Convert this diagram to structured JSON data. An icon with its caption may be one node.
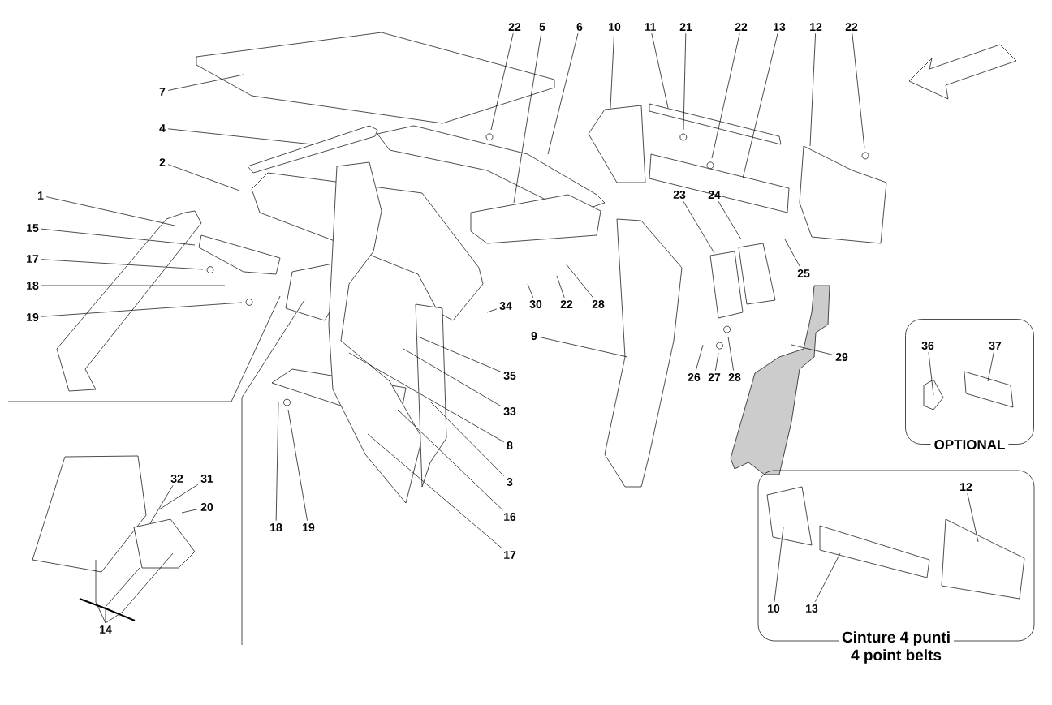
{
  "diagram": {
    "nodes": [
      {
        "text": [
          "7"
        ]
      },
      {
        "text": [
          "4"
        ]
      },
      {
        "text": [
          "2"
        ]
      },
      {
        "text": [
          "1"
        ]
      },
      {
        "text": [
          "15"
        ]
      },
      {
        "text": [
          "17"
        ]
      },
      {
        "text": [
          "18"
        ]
      },
      {
        "text": [
          "19"
        ]
      },
      {
        "text": [
          "22"
        ]
      },
      {
        "text": [
          "5"
        ]
      },
      {
        "text": [
          "6"
        ]
      },
      {
        "text": [
          "10"
        ]
      },
      {
        "text": [
          "11"
        ]
      },
      {
        "text": [
          "21"
        ]
      },
      {
        "text": [
          "22"
        ]
      },
      {
        "text": [
          "13"
        ]
      },
      {
        "text": [
          "12"
        ]
      },
      {
        "text": [
          "22"
        ]
      },
      {
        "text": [
          "23"
        ]
      },
      {
        "text": [
          "24"
        ]
      },
      {
        "text": [
          "25"
        ]
      },
      {
        "text": [
          "30"
        ]
      },
      {
        "text": [
          "22"
        ]
      },
      {
        "text": [
          "28"
        ]
      },
      {
        "text": [
          "9"
        ]
      },
      {
        "text": [
          "26"
        ]
      },
      {
        "text": [
          "27"
        ]
      },
      {
        "text": [
          "28"
        ]
      },
      {
        "text": [
          "29"
        ]
      },
      {
        "text": [
          "34"
        ]
      },
      {
        "text": [
          "35"
        ]
      },
      {
        "text": [
          "33"
        ]
      },
      {
        "text": [
          "8"
        ]
      },
      {
        "text": [
          "3"
        ]
      },
      {
        "text": [
          "16"
        ]
      },
      {
        "text": [
          "17"
        ]
      },
      {
        "text": [
          "18"
        ]
      },
      {
        "text": [
          "19"
        ]
      },
      {
        "text": [
          "14"
        ]
      },
      {
        "text": [
          "32"
        ]
      },
      {
        "text": [
          "31"
        ]
      },
      {
        "text": [
          "20"
        ]
      },
      {
        "text": [
          "OPTIONAL"
        ]
      },
      {
        "text": [
          "36"
        ],
        "in": 42
      },
      {
        "text": [
          "37"
        ],
        "in": 42
      },
      {
        "text": [
          "Cinture 4 punti",
          "4 point belts"
        ]
      },
      {
        "text": [
          "10"
        ],
        "in": 45
      },
      {
        "text": [
          "13"
        ],
        "in": 45
      },
      {
        "text": [
          "12"
        ],
        "in": 45
      }
    ],
    "edges": [
      {
        "from": 0,
        "to": null,
        "arrow": "none"
      },
      {
        "from": 1,
        "to": null,
        "arrow": "none"
      },
      {
        "from": 2,
        "to": null,
        "arrow": "none"
      },
      {
        "from": 3,
        "to": null,
        "arrow": "none"
      },
      {
        "from": 4,
        "to": null,
        "arrow": "none"
      },
      {
        "from": 5,
        "to": null,
        "arrow": "none"
      },
      {
        "from": 6,
        "to": null,
        "arrow": "none"
      },
      {
        "from": 7,
        "to": null,
        "arrow": "none"
      },
      {
        "from": 8,
        "to": null,
        "arrow": "none"
      },
      {
        "from": 9,
        "to": null,
        "arrow": "none"
      },
      {
        "from": 10,
        "to": null,
        "arrow": "none"
      },
      {
        "from": 11,
        "to": null,
        "arrow": "none"
      },
      {
        "from": 12,
        "to": null,
        "arrow": "none"
      },
      {
        "from": 13,
        "to": null,
        "arrow": "none"
      },
      {
        "from": 14,
        "to": null,
        "arrow": "none"
      },
      {
        "from": 15,
        "to": null,
        "arrow": "none"
      },
      {
        "from": 16,
        "to": null,
        "arrow": "none"
      },
      {
        "from": 17,
        "to": null,
        "arrow": "none"
      },
      {
        "from": 18,
        "to": null,
        "arrow": "none"
      },
      {
        "from": 19,
        "to": null,
        "arrow": "none"
      },
      {
        "from": 20,
        "to": null,
        "arrow": "none"
      },
      {
        "from": 21,
        "to": null,
        "arrow": "none"
      },
      {
        "from": 22,
        "to": null,
        "arrow": "none"
      },
      {
        "from": 23,
        "to": null,
        "arrow": "none"
      },
      {
        "from": 24,
        "to": null,
        "arrow": "none"
      },
      {
        "from": 25,
        "to": null,
        "arrow": "none"
      },
      {
        "from": 26,
        "to": null,
        "arrow": "none"
      },
      {
        "from": 27,
        "to": null,
        "arrow": "none"
      },
      {
        "from": 28,
        "to": null,
        "arrow": "none"
      },
      {
        "from": 29,
        "to": null,
        "arrow": "none"
      },
      {
        "from": 30,
        "to": null,
        "arrow": "none"
      },
      {
        "from": 31,
        "to": null,
        "arrow": "none"
      },
      {
        "from": 32,
        "to": null,
        "arrow": "none"
      },
      {
        "from": 33,
        "to": null,
        "arrow": "none"
      },
      {
        "from": 34,
        "to": null,
        "arrow": "none"
      },
      {
        "from": 35,
        "to": null,
        "arrow": "none"
      },
      {
        "from": 36,
        "to": null,
        "arrow": "none"
      },
      {
        "from": 37,
        "to": null,
        "arrow": "none"
      },
      {
        "from": 38,
        "to": null,
        "arrow": "none"
      },
      {
        "from": 38,
        "to": null,
        "arrow": "none"
      },
      {
        "from": 38,
        "to": null,
        "arrow": "none"
      },
      {
        "from": 39,
        "to": null,
        "arrow": "none"
      },
      {
        "from": 40,
        "to": null,
        "arrow": "none"
      },
      {
        "from": 41,
        "to": null,
        "arrow": "none"
      },
      {
        "from": 43,
        "to": null,
        "arrow": "none"
      },
      {
        "from": 44,
        "to": null,
        "arrow": "none"
      },
      {
        "from": 46,
        "to": null,
        "arrow": "none"
      },
      {
        "from": 47,
        "to": null,
        "arrow": "none"
      },
      {
        "from": 48,
        "to": null,
        "arrow": "none"
      }
    ]
  }
}
